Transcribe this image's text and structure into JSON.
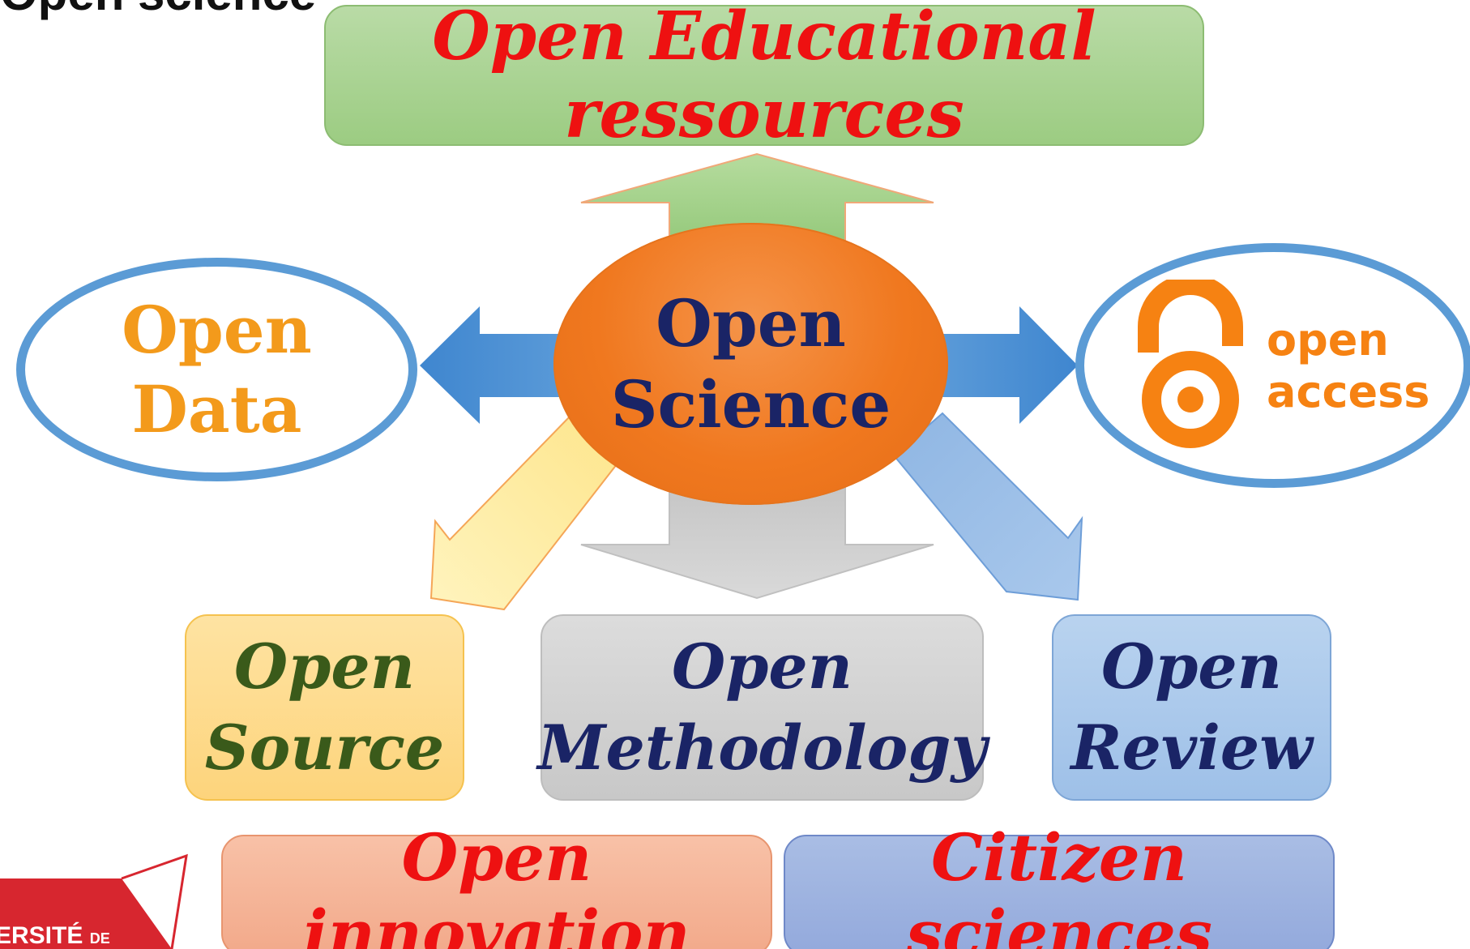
{
  "heading": {
    "fragment": "Open science"
  },
  "top_box": {
    "label": "Open Educational ressources"
  },
  "center": {
    "line1": "Open",
    "line2": "Science"
  },
  "left_ellipse": {
    "line1": "Open",
    "line2": "Data"
  },
  "right_ellipse": {
    "line1": "open",
    "line2": "access",
    "logo_icon": "open-access-lock-icon"
  },
  "boxes": [
    {
      "line1": "Open",
      "line2": "Source"
    },
    {
      "line1": "Open",
      "line2": "Methodology"
    },
    {
      "line1": "Open",
      "line2": "Review"
    }
  ],
  "bottom_boxes": [
    {
      "label": "Open innovation"
    },
    {
      "label": "Citizen sciences"
    }
  ],
  "university_logo": {
    "text": "ERSITÉ",
    "suffix": "DE"
  },
  "colors": {
    "title_red": "#ee1111",
    "navy": "#1a2466",
    "orange": "#f39a1b",
    "oa_orange": "#f68212",
    "ellipse_border": "#5b9bd5",
    "center_fill": "#f0781f",
    "logo_red": "#d7262f"
  }
}
